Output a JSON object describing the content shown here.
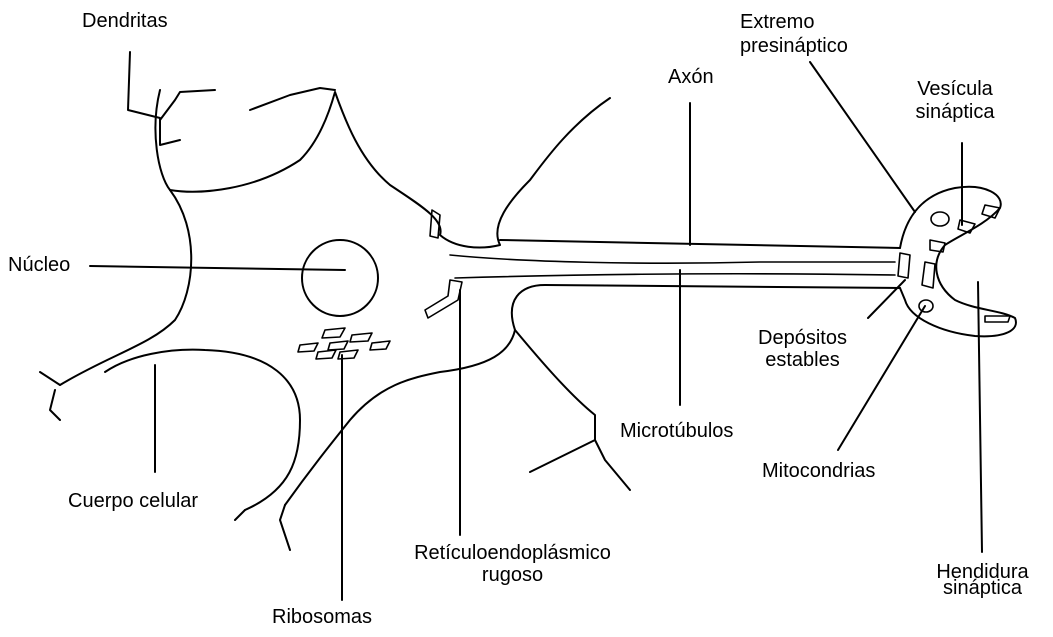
{
  "labels": {
    "dendritas": "Dendritas",
    "extremo": "Extremo\npresináptico",
    "axon": "Axón",
    "vesicula": "Vesícula\nsináptica",
    "nucleo": "Núcleo",
    "depositos": "Depósitos\nestables",
    "microtubulos": "Microtúbulos",
    "mitocondrias": "Mitocondrias",
    "cuerpo": "Cuerpo celular",
    "reticulo": "Retículoendoplásmico\nrugoso",
    "hendidura": "Hendidura\nsináptica",
    "ribosomas": "Ribosomas"
  }
}
